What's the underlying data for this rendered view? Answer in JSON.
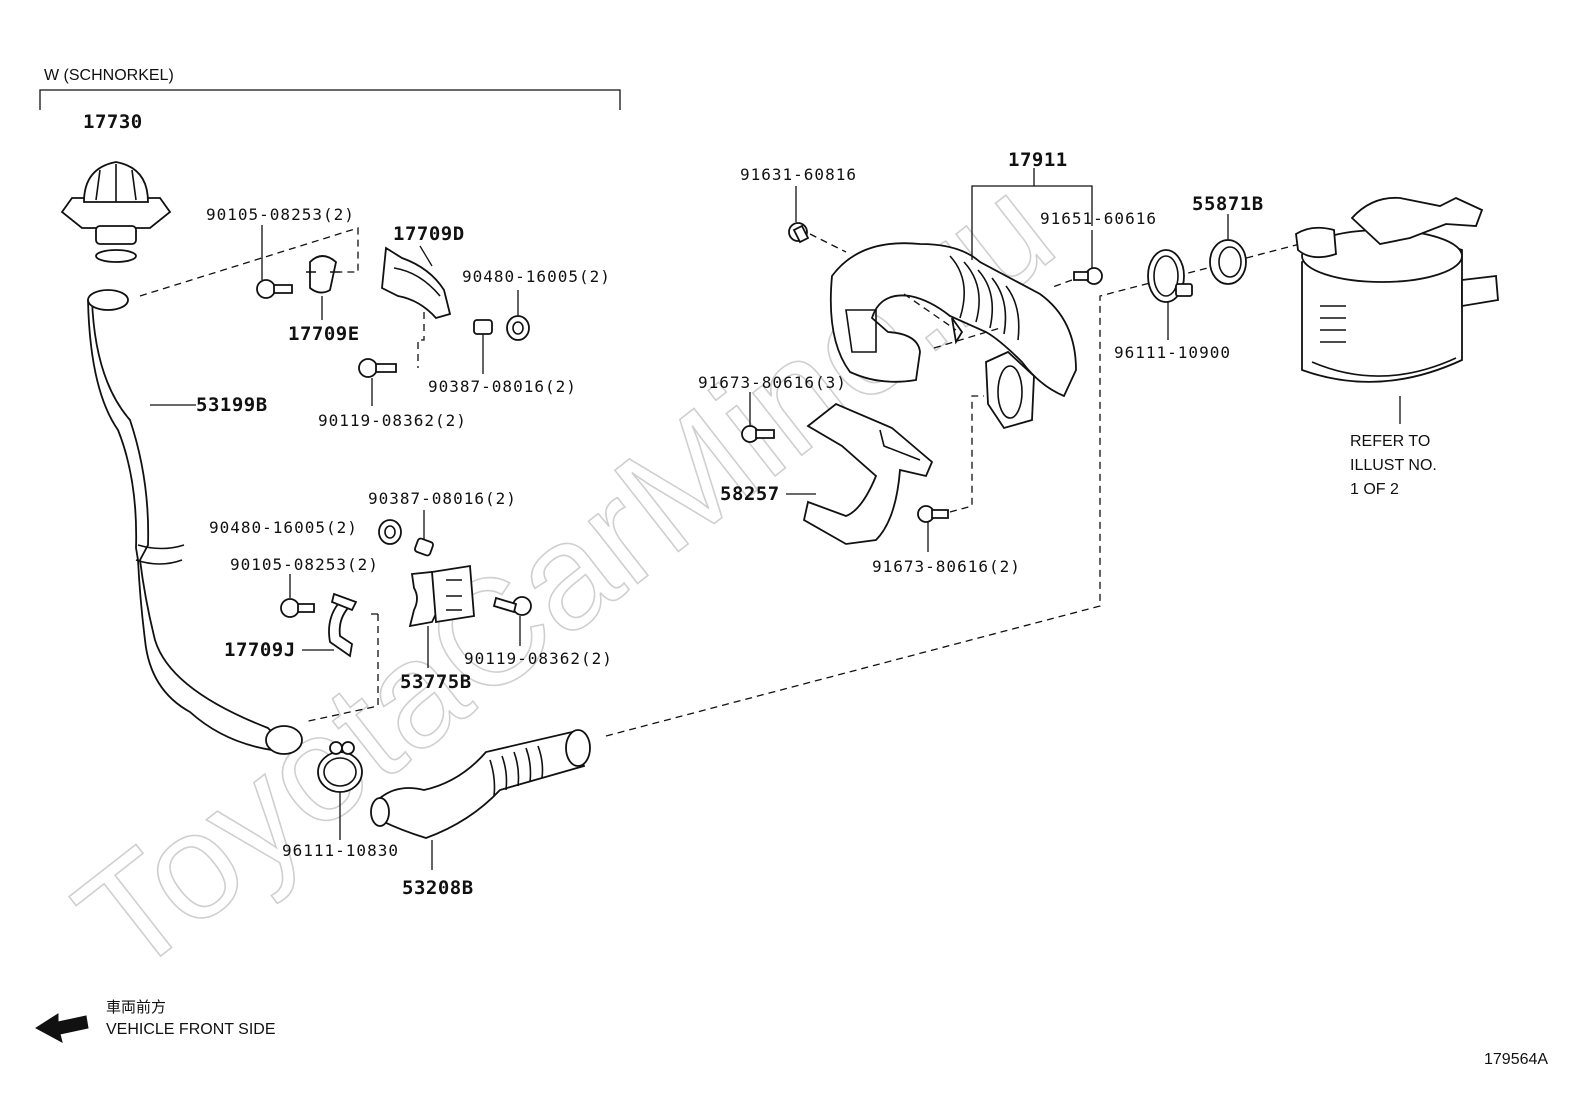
{
  "watermark": "ToyotaCarMine.ru",
  "group_heading": "W (SCHNORKEL)",
  "figure_id": "179564A",
  "direction": {
    "jp_text": "車両前方",
    "en_text": "VEHICLE FRONT SIDE"
  },
  "refer_note": [
    "REFER TO",
    "ILLUST NO.",
    "1 OF 2"
  ],
  "labels": {
    "p17730": "17730",
    "p90105_a": "90105-08253(2)",
    "p17709D": "17709D",
    "p90480_a": "90480-16005(2)",
    "p17709E": "17709E",
    "p90387_a": "90387-08016(2)",
    "p90119_a": "90119-08362(2)",
    "p53199B": "53199B",
    "p90387_b": "90387-08016(2)",
    "p90480_b": "90480-16005(2)",
    "p90105_b": "90105-08253(2)",
    "p17709J": "17709J",
    "p53775B": "53775B",
    "p90119_b": "90119-08362(2)",
    "p96111_10830": "96111-10830",
    "p53208B": "53208B",
    "p91631": "91631-60816",
    "p17911": "17911",
    "p91651": "91651-60616",
    "p55871B": "55871B",
    "p96111_10900": "96111-10900",
    "p91673_3": "91673-80616(3)",
    "p58257": "58257",
    "p91673_2": "91673-80616(2)"
  }
}
